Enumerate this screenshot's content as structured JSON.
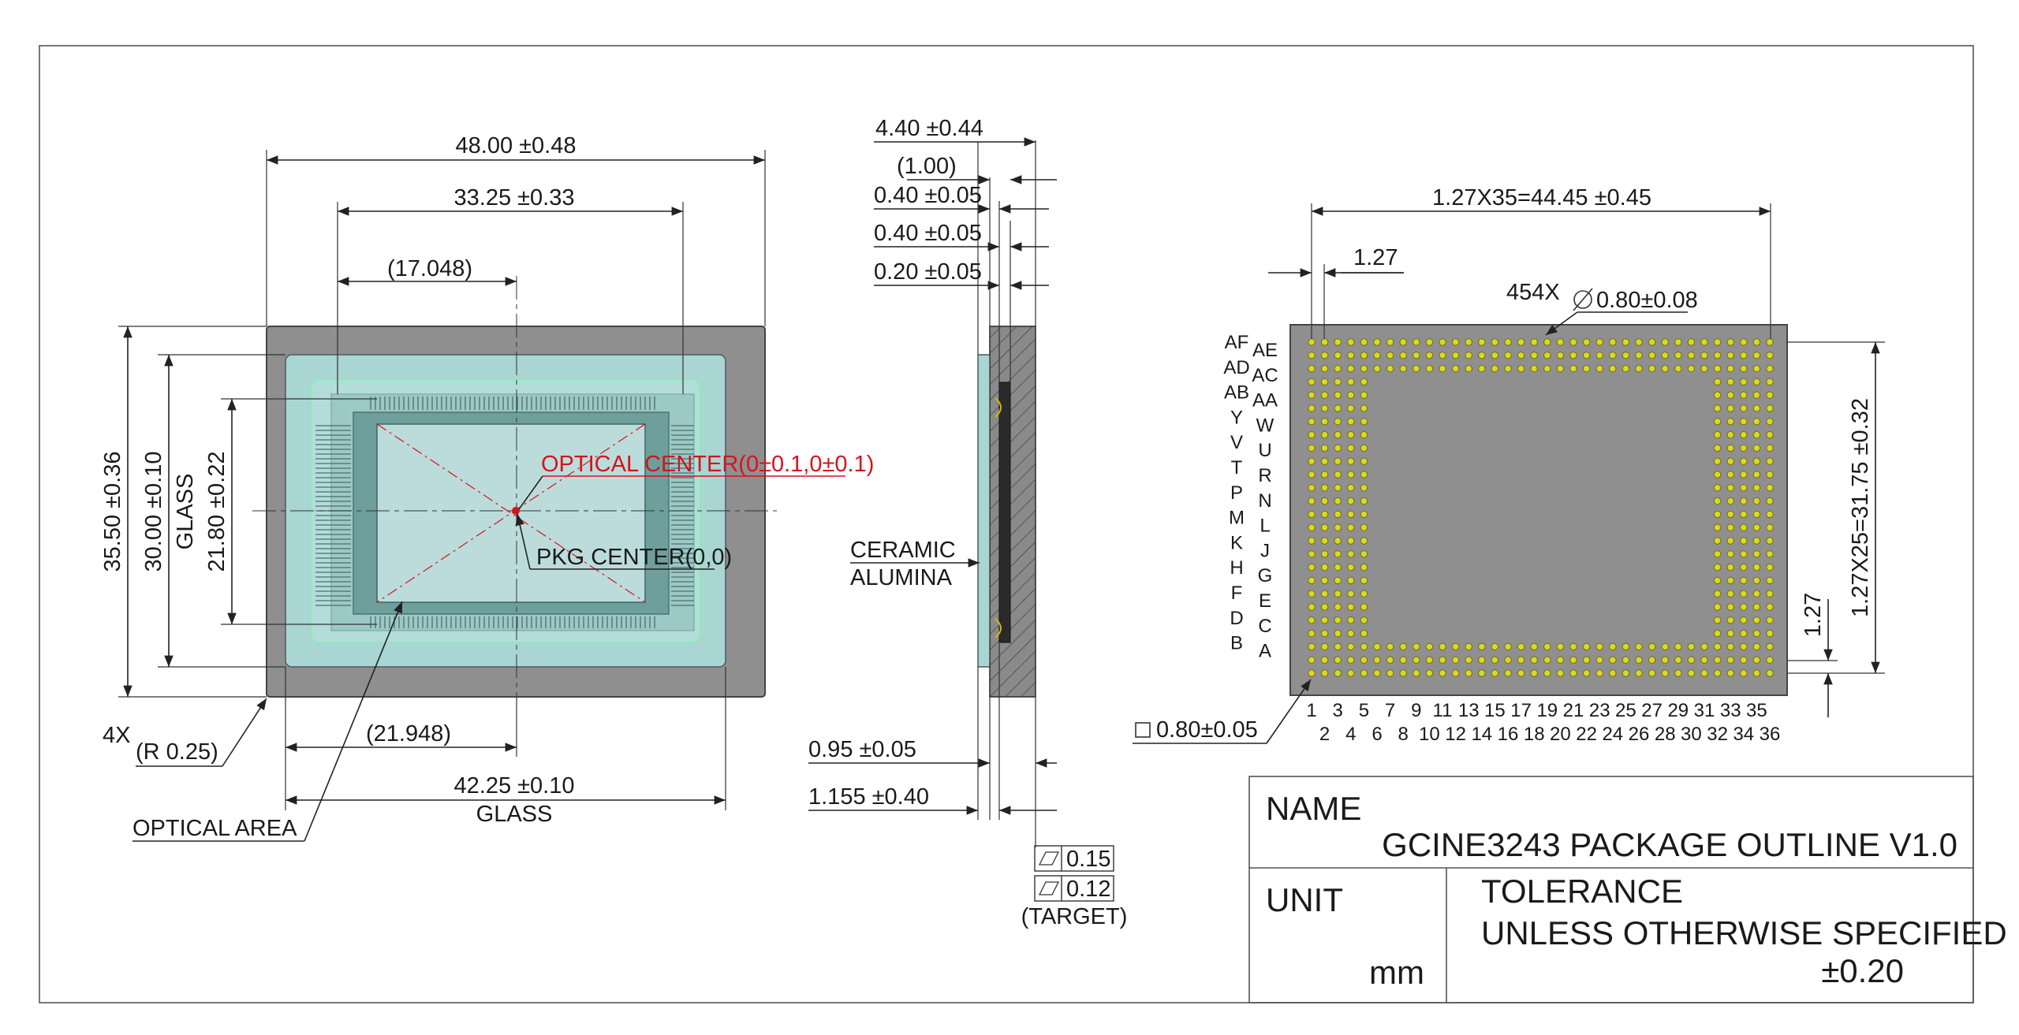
{
  "drawing": {
    "colors": {
      "package": "#8f8f8f",
      "glass": "#a9d5d3",
      "die": "#6e9f9d",
      "optical": "#bcdcdb",
      "center_mark": "#d4141c",
      "ball": "#d9d923"
    },
    "front_view": {
      "dim_width": "48.00 ±0.48",
      "dim_inner_width": "33.25 ±0.33",
      "dim_offset_x": "(17.048)",
      "dim_height": "35.50 ±0.36",
      "dim_glass_height": "30.00 ±0.10",
      "glass_label_v": "GLASS",
      "dim_optical_height": "21.80 ±0.22",
      "optical_center": "OPTICAL CENTER(0±0.1,0±0.1)",
      "pkg_center": "PKG CENTER(0,0)",
      "corner_count": "4X",
      "corner_radius": "(R 0.25)",
      "dim_offset_bottom": "(21.948)",
      "dim_glass_width": "42.25 ±0.10",
      "glass_label_h": "GLASS",
      "optical_area": "OPTICAL AREA"
    },
    "side_view": {
      "dim_total": "4.40 ±0.44",
      "dim_1": "(1.00)",
      "dim_2": "0.40 ±0.05",
      "dim_3": "0.40 ±0.05",
      "dim_4": "0.20 ±0.05",
      "material_1": "CERAMIC",
      "material_2": "ALUMINA",
      "dim_bottom_1": "0.95 ±0.05",
      "dim_bottom_2": "1.155 ±0.40",
      "flatness_1": "0.15",
      "flatness_2": "0.12",
      "target_note": "(TARGET)"
    },
    "bottom_view": {
      "dim_pitch_x": "1.27X35=44.45 ±0.45",
      "dim_pitch": "1.27",
      "ball_count": "454X",
      "ball_diameter": "0.80±0.08",
      "dim_pitch_y": "1.27X25=31.75 ±0.32",
      "dim_pitch_v": "1.27",
      "pad_size": "0.80±0.05",
      "rows_left": [
        "AF",
        "AD",
        "AB",
        "Y",
        "V",
        "T",
        "P",
        "M",
        "K",
        "H",
        "F",
        "D",
        "B"
      ],
      "rows_right": [
        "AE",
        "AC",
        "AA",
        "W",
        "U",
        "R",
        "N",
        "L",
        "J",
        "G",
        "E",
        "C",
        "A"
      ],
      "cols_odd": [
        "1",
        "3",
        "5",
        "7",
        "9",
        "11",
        "13",
        "15",
        "17",
        "19",
        "21",
        "23",
        "25",
        "27",
        "29",
        "31",
        "33",
        "35"
      ],
      "cols_even": [
        "2",
        "4",
        "6",
        "8",
        "10",
        "12",
        "14",
        "16",
        "18",
        "20",
        "22",
        "24",
        "26",
        "28",
        "30",
        "32",
        "34",
        "36"
      ]
    },
    "title_block": {
      "name_label": "NAME",
      "name_value": "GCINE3243 PACKAGE OUTLINE V1.0",
      "unit_label": "UNIT",
      "unit_value": "mm",
      "tolerance_label": "TOLERANCE",
      "tolerance_note": "UNLESS OTHERWISE SPECIFIED",
      "tolerance_value": "±0.20"
    }
  }
}
